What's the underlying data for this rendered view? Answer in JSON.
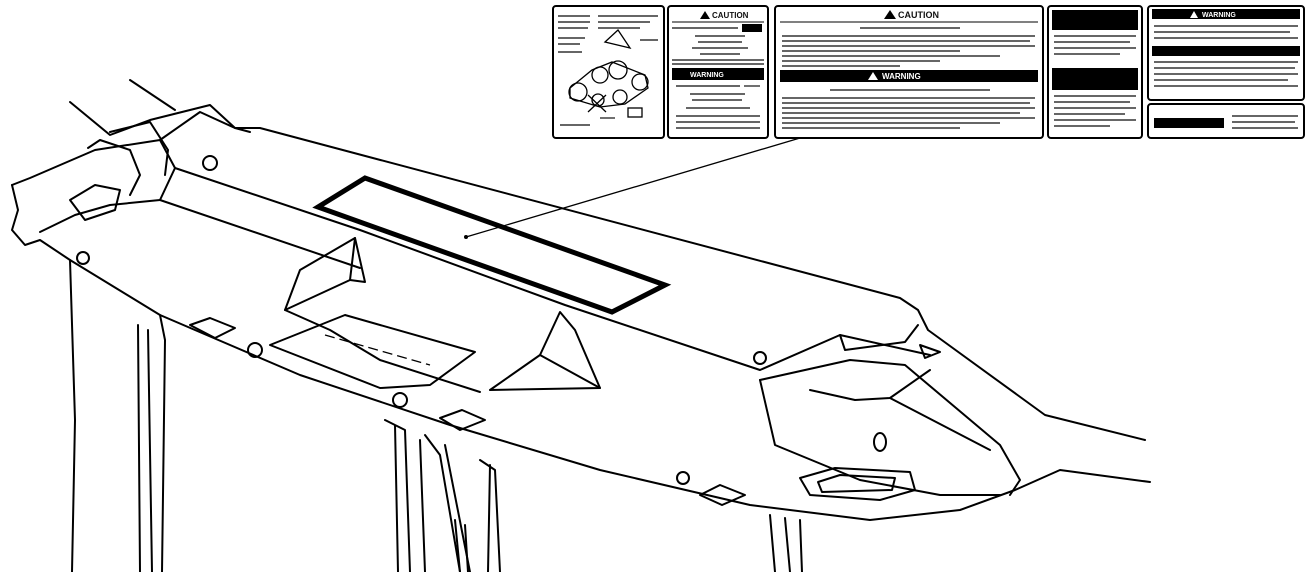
{
  "diagram": {
    "labels": {
      "belt_routing": {
        "header": "",
        "left_lines": [
          "",
          "",
          ""
        ],
        "right_lines": [
          "",
          "",
          ""
        ],
        "sub": "",
        "footer": ""
      },
      "caution_small": {
        "warning": "CAUTION",
        "warning2": "WARNING",
        "sub1": "",
        "sub2": ""
      },
      "caution_large": {
        "warning": "CAUTION",
        "warning2": "WARNING",
        "sub1": "",
        "sub2": ""
      },
      "dark_header": {
        "heading1": "",
        "heading2": ""
      },
      "right_column": {
        "warning": "WARNING",
        "brand": ""
      }
    },
    "colors": {
      "line": "#000000",
      "background": "#ffffff"
    }
  }
}
